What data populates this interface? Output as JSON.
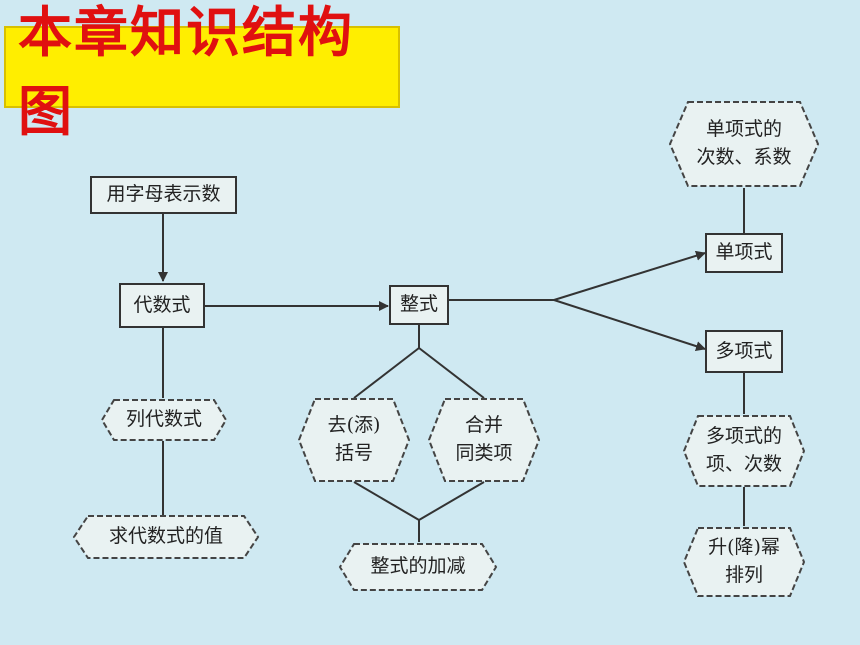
{
  "title": "本章知识结构图",
  "nodes": {
    "letters": "用字母表示数",
    "algebraic": "代数式",
    "write_expr": "列代数式",
    "eval_expr": "求代数式的值",
    "integral": "整式",
    "brackets_l1": "去(添)",
    "brackets_l2": "括号",
    "combine_l1": "合并",
    "combine_l2": "同类项",
    "add_sub": "整式的加减",
    "monomial": "单项式",
    "mono_deg_l1": "单项式的",
    "mono_deg_l2": "次数、系数",
    "polynomial": "多项式",
    "poly_terms_l1": "多项式的",
    "poly_terms_l2": "项、次数",
    "order_l1": "升(降)幂",
    "order_l2": "排列"
  },
  "colors": {
    "background": "#cfe9f2",
    "title_bg": "#ffee00",
    "title_text": "#e01010",
    "line": "#333333"
  }
}
